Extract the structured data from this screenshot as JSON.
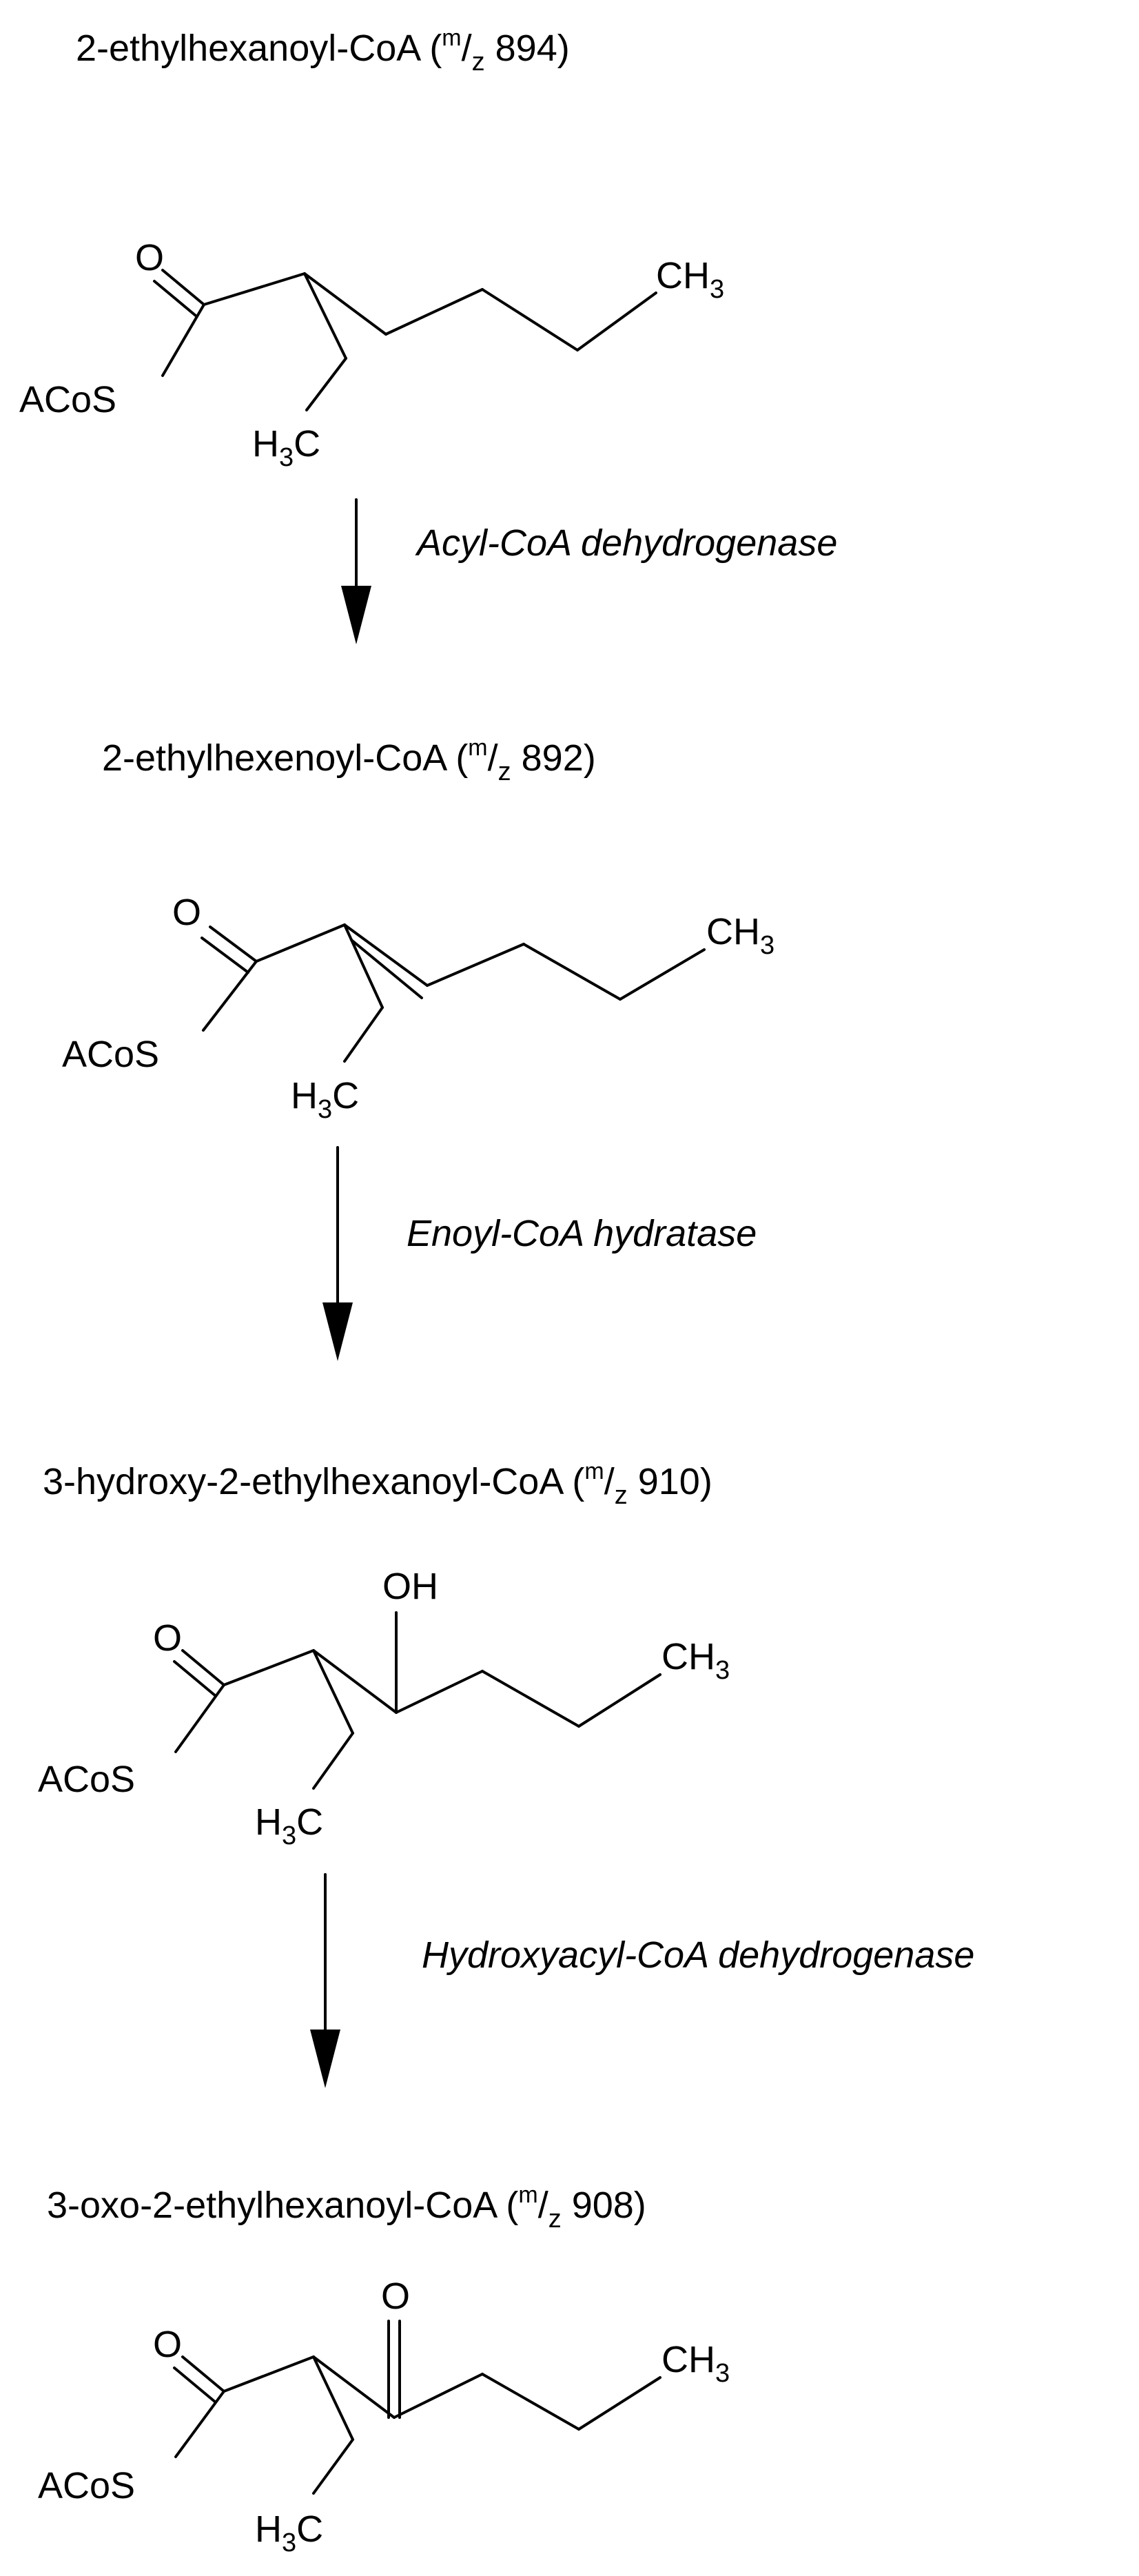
{
  "compounds": [
    {
      "name": "2-ethylhexanoyl-CoA",
      "mz_prefix": "(",
      "mz_m": "m",
      "mz_slash": "/",
      "mz_z": "z",
      "mz_value": " 894)",
      "atoms": {
        "oxygen": "O",
        "acos": "ACoS",
        "ch3_main": "CH",
        "ch3_sub": "3",
        "h3c_h": "H",
        "h3c_sub": "3",
        "h3c_c": "C"
      }
    },
    {
      "name": "2-ethylhexenoyl-CoA",
      "mz_prefix": "(",
      "mz_m": "m",
      "mz_slash": "/",
      "mz_z": "z",
      "mz_value": " 892)",
      "atoms": {
        "oxygen": "O",
        "acos": "ACoS",
        "ch3_main": "CH",
        "ch3_sub": "3",
        "h3c_h": "H",
        "h3c_sub": "3",
        "h3c_c": "C"
      }
    },
    {
      "name": "3-hydroxy-2-ethylhexanoyl-CoA",
      "mz_prefix": "(",
      "mz_m": "m",
      "mz_slash": "/",
      "mz_z": "z",
      "mz_value": " 910)",
      "atoms": {
        "oxygen": "O",
        "oh": "OH",
        "acos": "ACoS",
        "ch3_main": "CH",
        "ch3_sub": "3",
        "h3c_h": "H",
        "h3c_sub": "3",
        "h3c_c": "C"
      }
    },
    {
      "name": "3-oxo-2-ethylhexanoyl-CoA",
      "mz_prefix": "(",
      "mz_m": "m",
      "mz_slash": "/",
      "mz_z": "z",
      "mz_value": " 908)",
      "atoms": {
        "oxygen": "O",
        "keto_oxygen": "O",
        "acos": "ACoS",
        "ch3_main": "CH",
        "ch3_sub": "3",
        "h3c_h": "H",
        "h3c_sub": "3",
        "h3c_c": "C"
      }
    }
  ],
  "enzymes": [
    "Acyl-CoA dehydrogenase",
    "Enoyl-CoA hydratase",
    "Hydroxyacyl-CoA dehydrogenase"
  ]
}
